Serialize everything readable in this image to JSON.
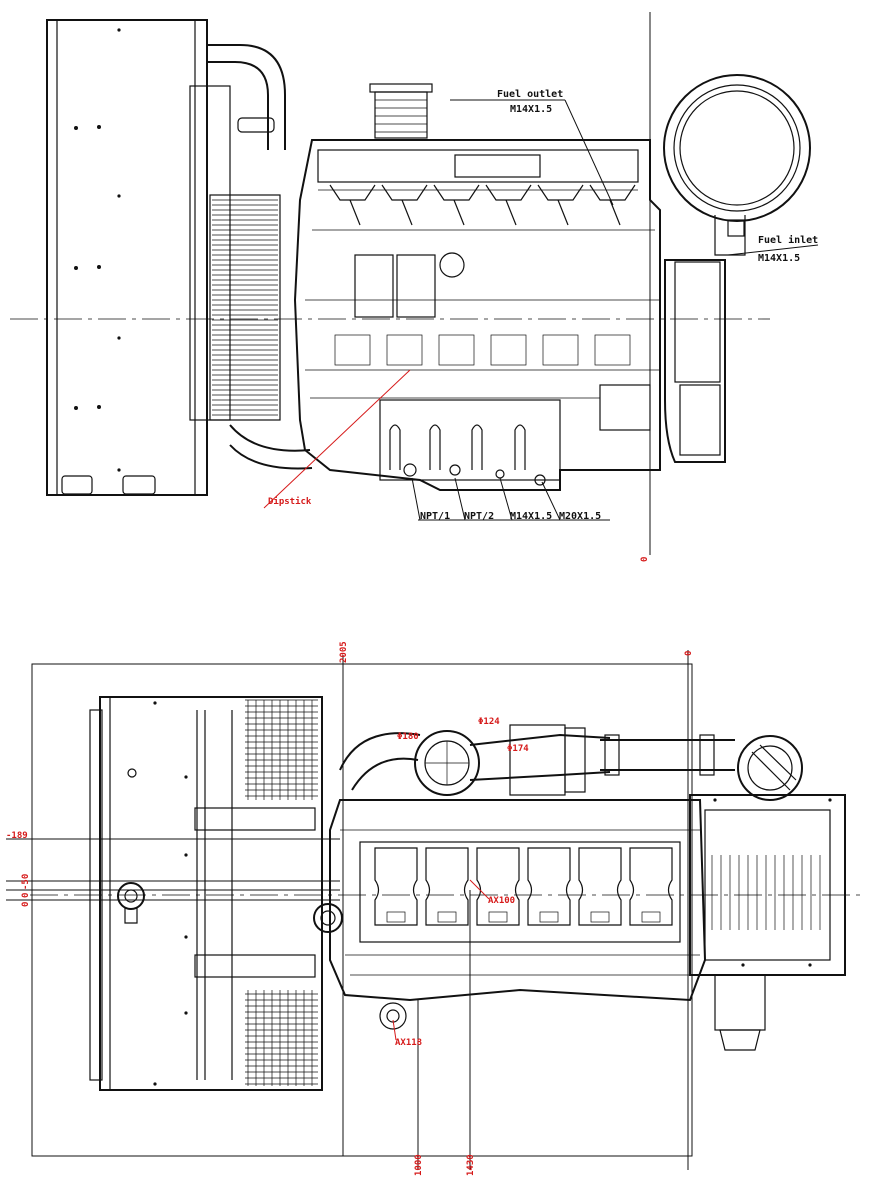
{
  "side_view": {
    "fuel_outlet": {
      "name": "Fuel outlet",
      "thread": "M14X1.5"
    },
    "fuel_inlet": {
      "name": "Fuel inlet",
      "thread": "M14X1.5"
    },
    "dipstick": "Dipstick",
    "bottom_ports": [
      "NPT/1",
      "NPT/2",
      "M14X1.5",
      "M20X1.5"
    ],
    "side_marker": "0"
  },
  "top_view": {
    "top_dims": [
      "2005",
      "0"
    ],
    "left_dims": [
      "-189",
      "-50",
      "0",
      "0"
    ],
    "bottom_dims": [
      "1000",
      "1430"
    ],
    "callouts": [
      "Φ124",
      "Φ180",
      "Φ174",
      "AX100",
      "AX118"
    ]
  },
  "colors": {
    "line": "#111111",
    "dimension_red": "#d61a1a",
    "background": "#ffffff"
  }
}
